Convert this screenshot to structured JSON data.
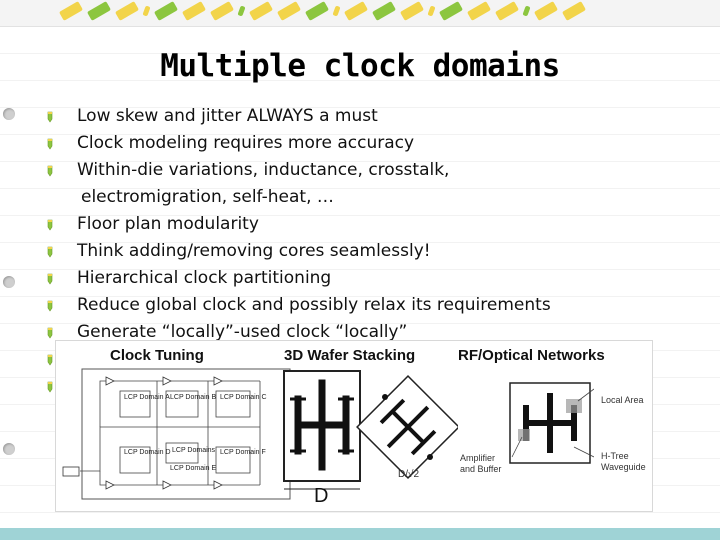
{
  "slide": {
    "title": "Multiple clock domains",
    "bullets": [
      {
        "text": "Low skew and jitter ALWAYS a must"
      },
      {
        "text": "Clock modeling requires more accuracy"
      },
      {
        "text": "Within-die variations, inductance, crosstalk,"
      },
      {
        "text": "electromigration, self-heat, …",
        "continuation": true
      },
      {
        "text": "Floor plan modularity"
      },
      {
        "text": "Think adding/removing cores seamlessly!"
      },
      {
        "text": "Hierarchical clock partitioning"
      },
      {
        "text": "Reduce global clock and possibly relax its requirements"
      },
      {
        "text": "Generate “locally”-used clock “locally”"
      },
      {
        "text": ""
      },
      {
        "text": ""
      }
    ]
  },
  "figure": {
    "clock_tuning": {
      "title": "Clock Tuning",
      "domains": [
        "LCP Domain A",
        "LCP Domain B",
        "LCP Domain C",
        "LCP Domain D",
        "LCP Domain E",
        "LCP Domain F"
      ],
      "center_label": "LCP Domains"
    },
    "wafer_stacking": {
      "title": "3D Wafer Stacking",
      "dimension_label": "D",
      "diagonal_label": "D/√2"
    },
    "rf_optical": {
      "title": "RF/Optical Networks",
      "local_area": "Local Area",
      "amplifier": "Amplifier and Buffer",
      "htree": "H-Tree Waveguide"
    }
  },
  "colors": {
    "bottom_band": "#9fd3d6",
    "pencil_yellow": "#f2d44a",
    "pencil_green": "#8cc63f"
  }
}
